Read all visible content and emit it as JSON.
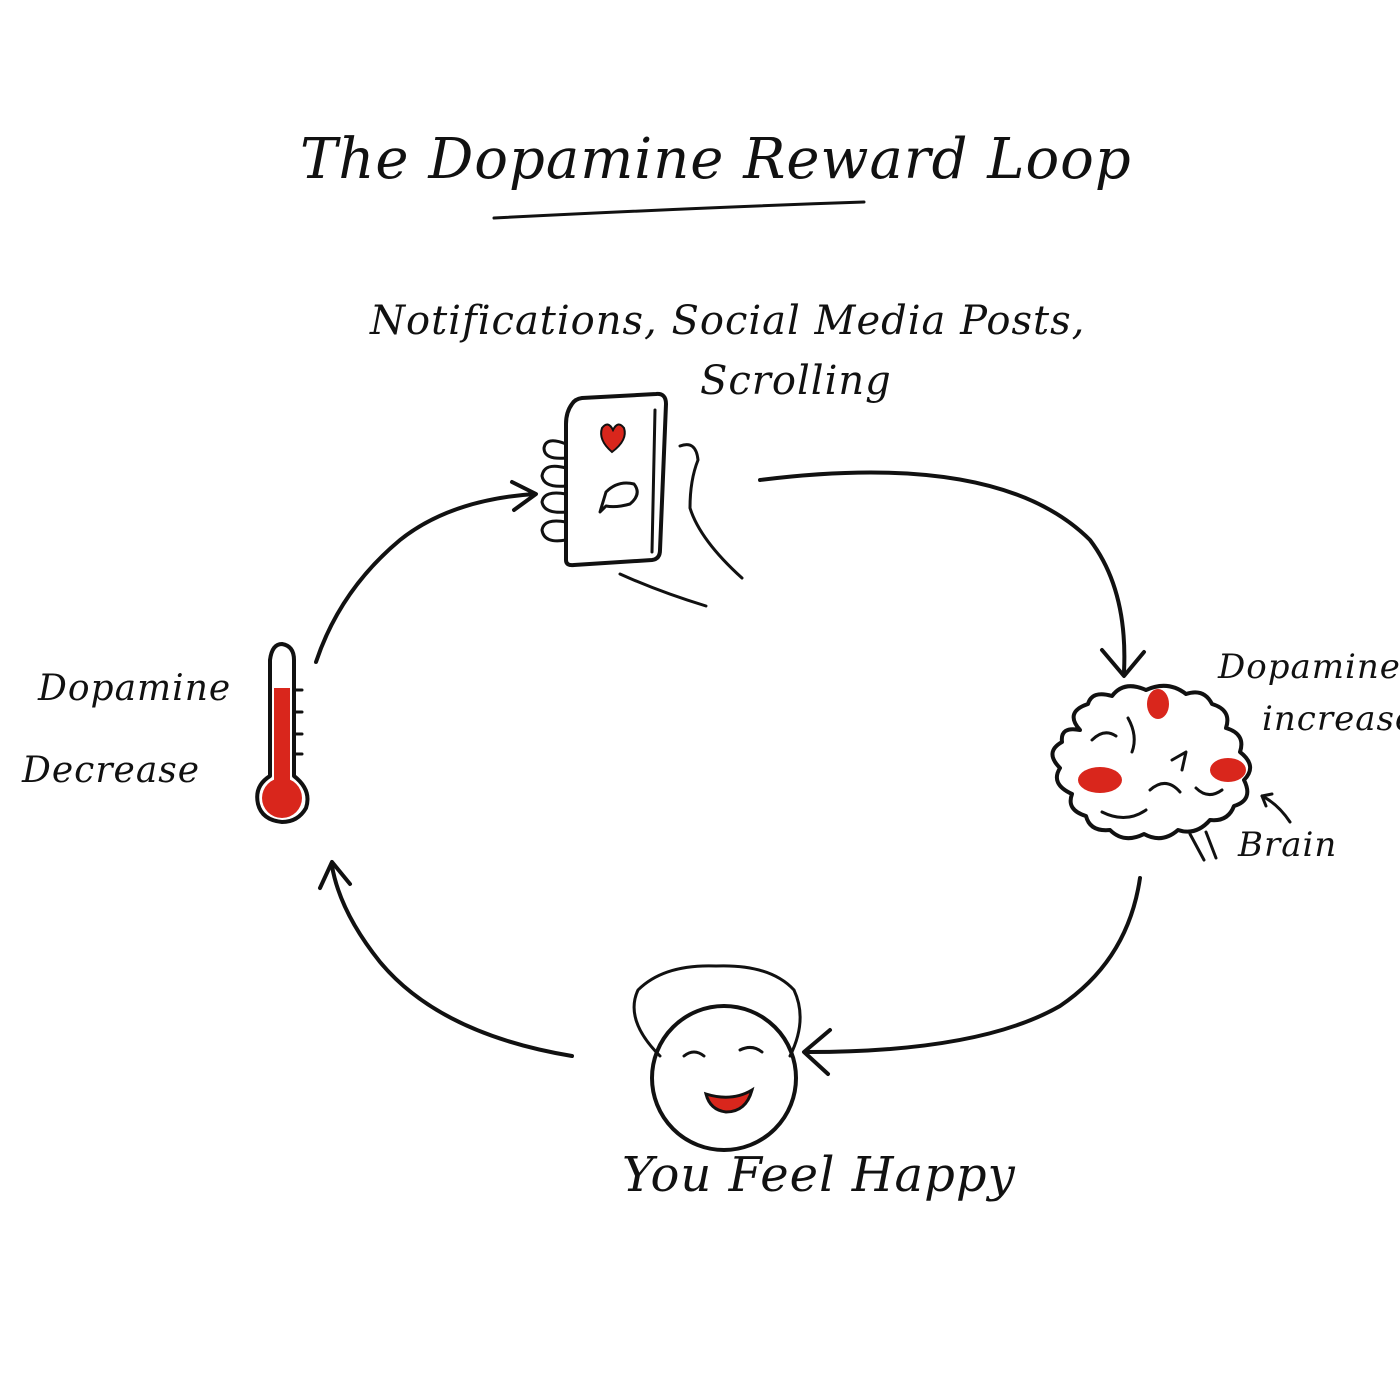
{
  "colors": {
    "ink": "#111111",
    "accent_red": "#d9261c",
    "background": "#ffffff"
  },
  "title": "The Dopamine Reward Loop",
  "steps": {
    "trigger": {
      "line1": "Notifications, Social Media Posts,",
      "line2": "Scrolling",
      "icon": "phone-in-hand-icon"
    },
    "dopamine_up": {
      "line1": "Dopamine",
      "line2": "increase",
      "icon": "brain-icon",
      "pointer_label": "Brain"
    },
    "feel_happy": {
      "label": "You Feel Happy",
      "icon": "happy-face-icon"
    },
    "dopamine_down": {
      "line1": "Dopamine",
      "line2": "Decrease",
      "icon": "thermometer-icon"
    }
  }
}
